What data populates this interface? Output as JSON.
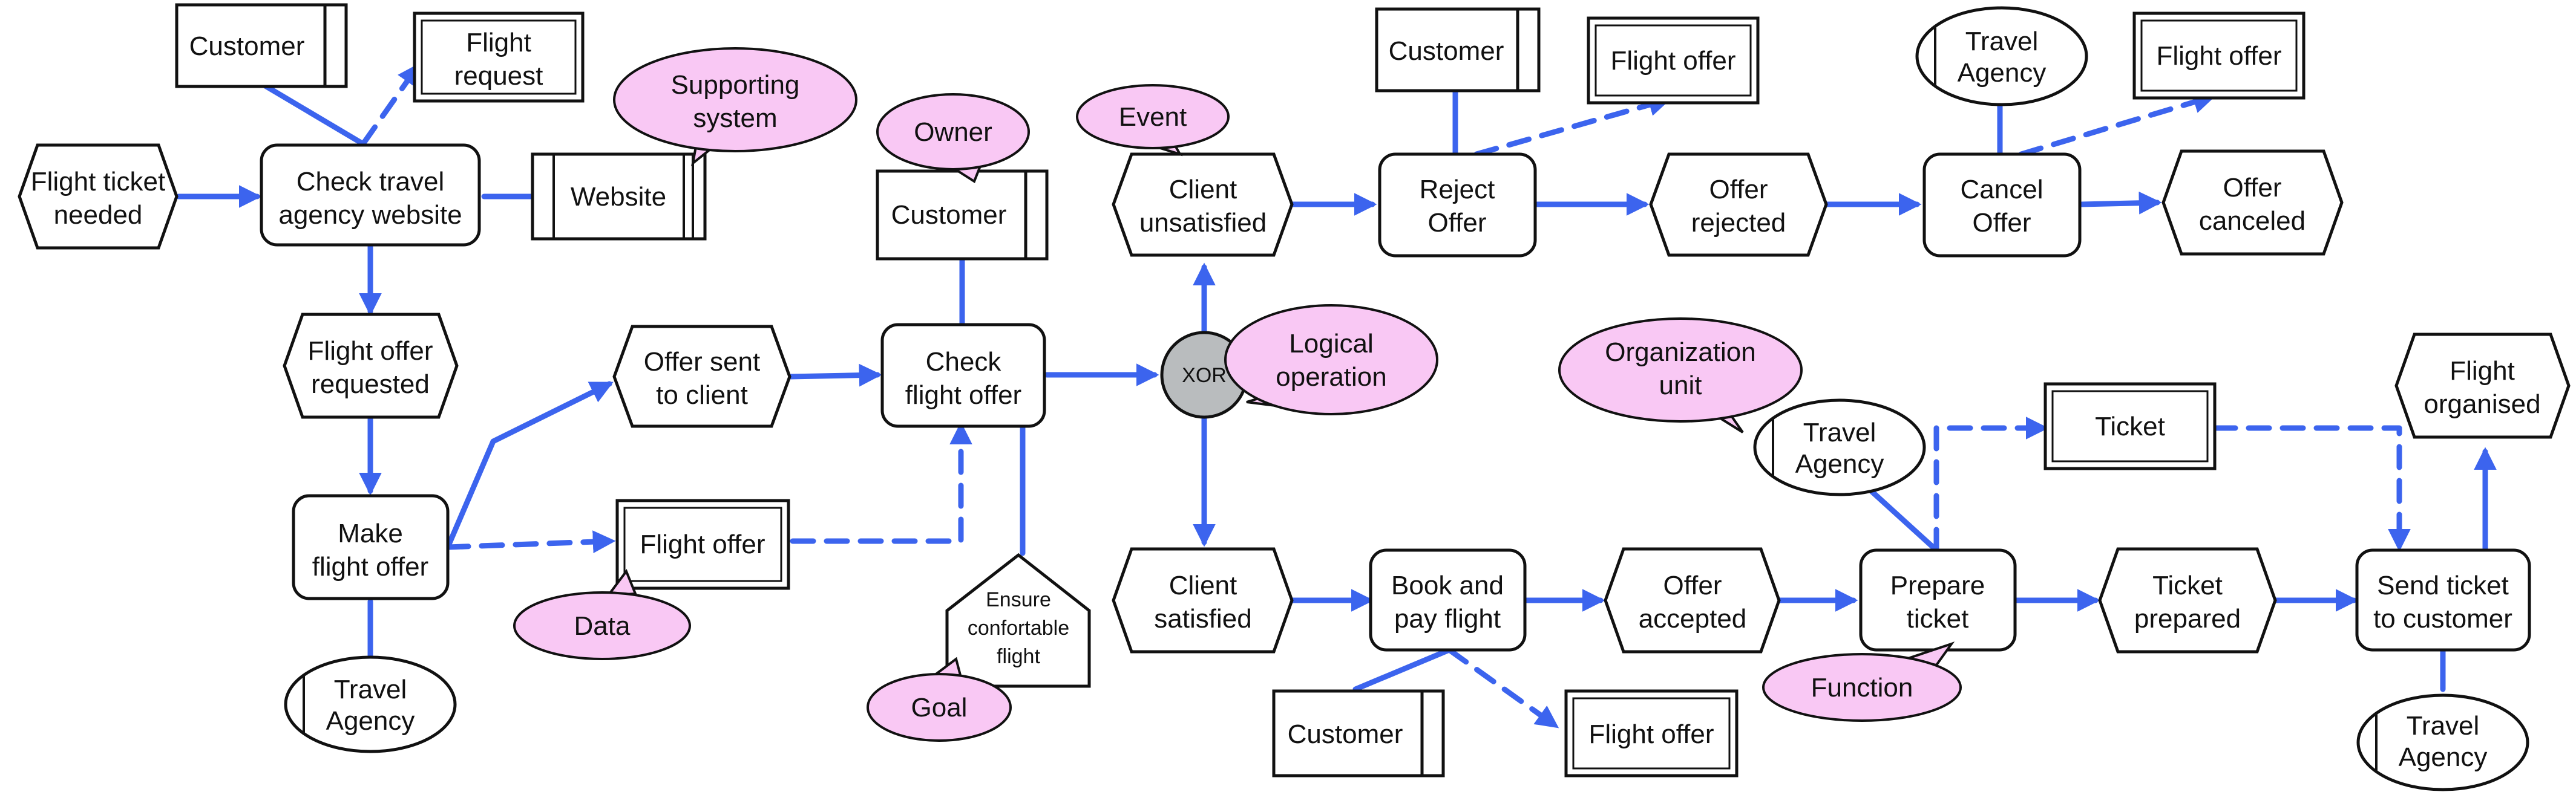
{
  "colors": {
    "flow": "#3c64ee",
    "bubble": "#f9c8f4",
    "gateway": "#b9bcbe",
    "stroke": "#111111"
  },
  "events": {
    "flight_ticket_needed": [
      "Flight ticket",
      "needed"
    ],
    "flight_offer_requested": [
      "Flight offer",
      "requested"
    ],
    "offer_sent": [
      "Offer sent",
      "to client"
    ],
    "client_unsatisfied": [
      "Client",
      "unsatisfied"
    ],
    "offer_rejected": [
      "Offer",
      "rejected"
    ],
    "offer_canceled": [
      "Offer",
      "canceled"
    ],
    "client_satisfied": [
      "Client",
      "satisfied"
    ],
    "offer_accepted": [
      "Offer",
      "accepted"
    ],
    "ticket_prepared": [
      "Ticket",
      "prepared"
    ],
    "flight_organised": [
      "Flight",
      "organised"
    ]
  },
  "functions": {
    "check_website": [
      "Check travel",
      "agency website"
    ],
    "make_offer": [
      "Make",
      "flight offer"
    ],
    "check_offer": [
      "Check",
      "flight offer"
    ],
    "reject_offer": [
      "Reject",
      "Offer"
    ],
    "cancel_offer": [
      "Cancel",
      "Offer"
    ],
    "book_pay": [
      "Book and",
      "pay flight"
    ],
    "prepare_ticket": [
      "Prepare",
      "ticket"
    ],
    "send_ticket": [
      "Send ticket",
      "to customer"
    ]
  },
  "actors": {
    "customer_top": "Customer",
    "customer_check": "Customer",
    "customer_reject": "Customer",
    "customer_book": "Customer"
  },
  "units": {
    "travel_agency_cancel": [
      "Travel",
      "Agency"
    ],
    "travel_agency_make": [
      "Travel",
      "Agency"
    ],
    "travel_agency_prepare": [
      "Travel",
      "Agency"
    ],
    "travel_agency_send": [
      "Travel",
      "Agency"
    ]
  },
  "data_objects": {
    "flight_request": [
      "Flight",
      "request"
    ],
    "flight_offer_reject": "Flight offer",
    "flight_offer_cancel": "Flight offer",
    "flight_offer_make": "Flight offer",
    "ticket": "Ticket",
    "flight_offer_book": "Flight offer"
  },
  "systems": {
    "website": "Website"
  },
  "goal": [
    "Ensure",
    "confortable",
    "flight"
  ],
  "gateway": "XOR",
  "legend": {
    "supporting_system": [
      "Supporting",
      "system"
    ],
    "owner": "Owner",
    "event": "Event",
    "logical_operation": [
      "Logical",
      "operation"
    ],
    "organization_unit": [
      "Organization",
      "unit"
    ],
    "data": "Data",
    "goal": "Goal",
    "function": "Function"
  }
}
